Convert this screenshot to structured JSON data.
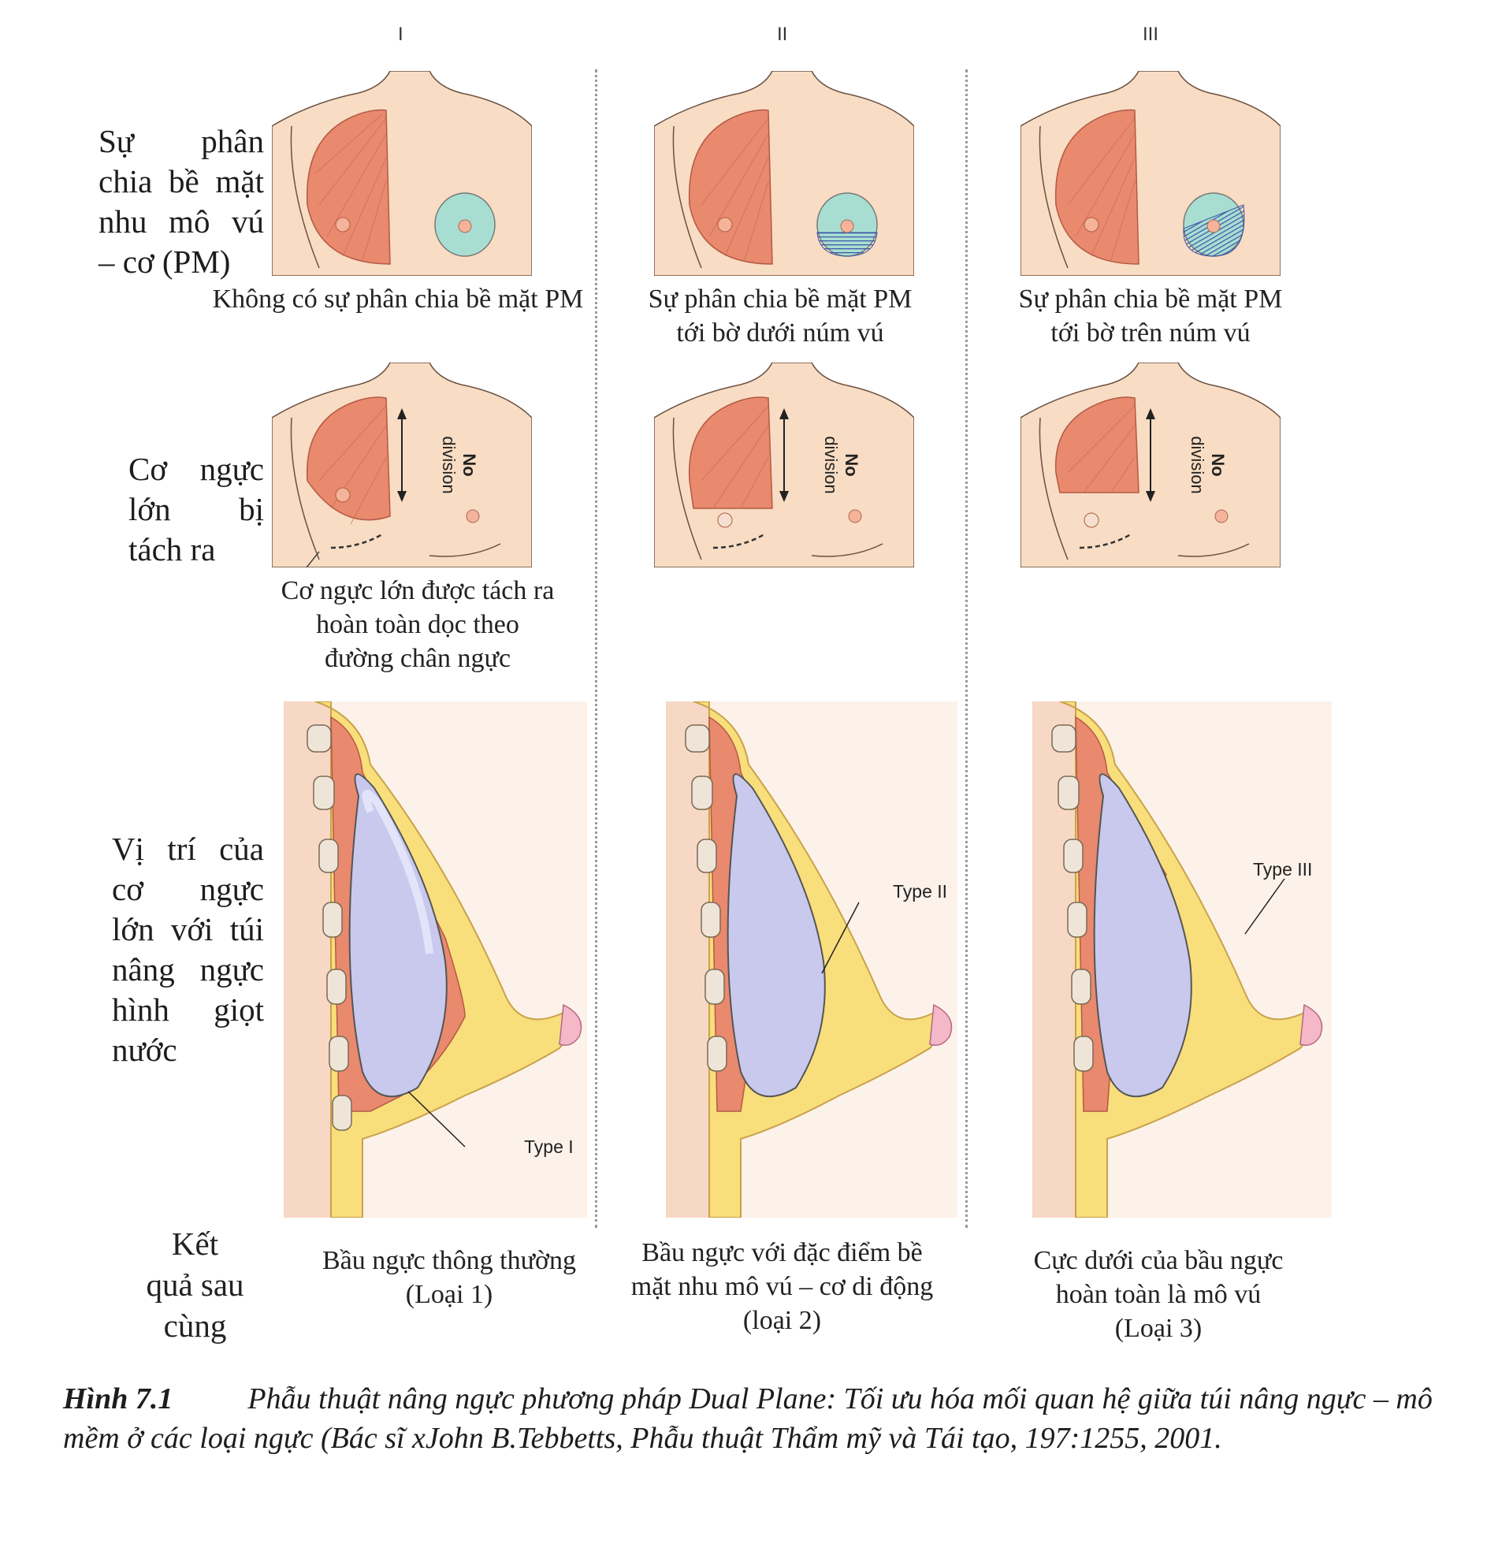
{
  "columns": [
    "I",
    "II",
    "III"
  ],
  "row_labels": {
    "surface": [
      "Sự phân",
      "chia bề mặt",
      "nhu mô vú",
      "– cơ (PM)"
    ],
    "pectoralis": [
      "Cơ ngực",
      "lớn bị",
      "tách ra"
    ],
    "position": [
      "Vị trí của",
      "cơ ngực",
      "lớn với túi",
      "nâng ngực",
      "hình giọt",
      "nước"
    ],
    "result": [
      "Kết",
      "quả sau",
      "cùng"
    ]
  },
  "surface_captions": [
    [
      "Không có sự phân chia bề mặt PM"
    ],
    [
      "Sự phân chia bề mặt PM",
      "tới bờ dưới núm vú"
    ],
    [
      "Sự phân chia bề mặt PM",
      "tới bờ trên núm vú"
    ]
  ],
  "division_caption": [
    "Cơ ngực lớn được tách ra",
    "hoàn toàn dọc theo",
    "đường chân ngực"
  ],
  "no_division_label": "No",
  "division_label": "division",
  "type_labels": [
    "Type I",
    "Type II",
    "Type III"
  ],
  "result_captions": [
    [
      "Bầu ngực thông thường",
      "(Loại 1)"
    ],
    [
      "Bầu ngực với đặc điểm bề",
      "mặt nhu mô vú – cơ di động",
      "(loại 2)"
    ],
    [
      "Cực dưới của bầu ngực",
      "hoàn toàn là mô vú",
      "(Loại 3)"
    ]
  ],
  "figure_caption": {
    "number": "Hình 7.1",
    "text": "Phẫu thuật nâng ngực phương pháp Dual Plane: Tối ưu hóa mối quan hệ giữa túi nâng ngực – mô mềm ở các loại ngực (Bác sĩ xJohn B.Tebbetts, Phẫu thuật Thẩm mỹ và Tái tạo, 197:1255, 2001."
  },
  "colors": {
    "skin": "#f8dcc3",
    "muscle": "#e9896d",
    "gland": "#a8ded2",
    "fat": "#f9de7c",
    "implant": "#c9c9ee",
    "hatch": "#3d58a8",
    "outline": "#4a4a4a"
  }
}
